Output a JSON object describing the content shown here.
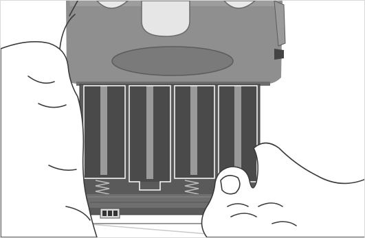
{
  "illustration": {
    "subject": "battery-compartment-insertion",
    "battery_slot_count": 4,
    "switch_position_count": 3,
    "colors": {
      "housing": "#8c8c8c",
      "housing_dark": "#6e6e6e",
      "slot_bg": "#4d4d4d",
      "slot_stripe": "#9a9a9a",
      "outline": "#ffffff",
      "hand_line": "#3a3a3a",
      "background": "#ffffff"
    }
  }
}
